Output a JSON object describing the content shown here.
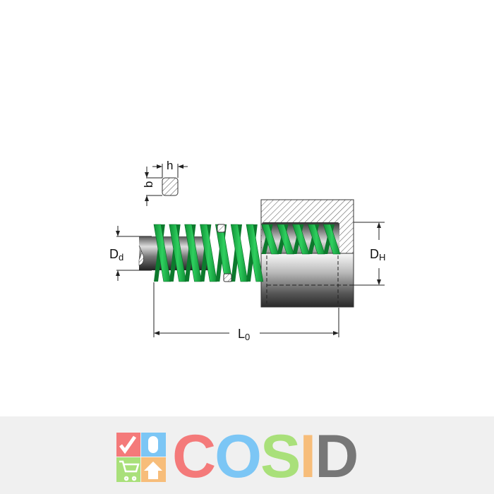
{
  "diagram": {
    "title_hidden": null,
    "labels": {
      "h": "h",
      "b": "b",
      "dd_main": "D",
      "dd_sub": "d",
      "dh_main": "D",
      "dh_sub": "H",
      "l0_main": "L",
      "l0_sub": "0"
    },
    "colors": {
      "spring": "#1db34a",
      "steel_dark": "#3a3a3a",
      "steel_light": "#f2f2f2"
    },
    "coil_count": 12
  },
  "logo": {
    "letters": [
      "C",
      "O",
      "S",
      "I",
      "D"
    ],
    "letter_colors": [
      "#f47a7a",
      "#7cc6f5",
      "#a9e07a",
      "#f7bd7a",
      "#777777"
    ],
    "tile_colors": [
      "#f47a7a",
      "#7cc6f5",
      "#a9e07a",
      "#f7bd7a"
    ],
    "tile_icons": [
      "checkmark-icon",
      "mouse-icon",
      "cart-icon",
      "house-icon"
    ]
  }
}
